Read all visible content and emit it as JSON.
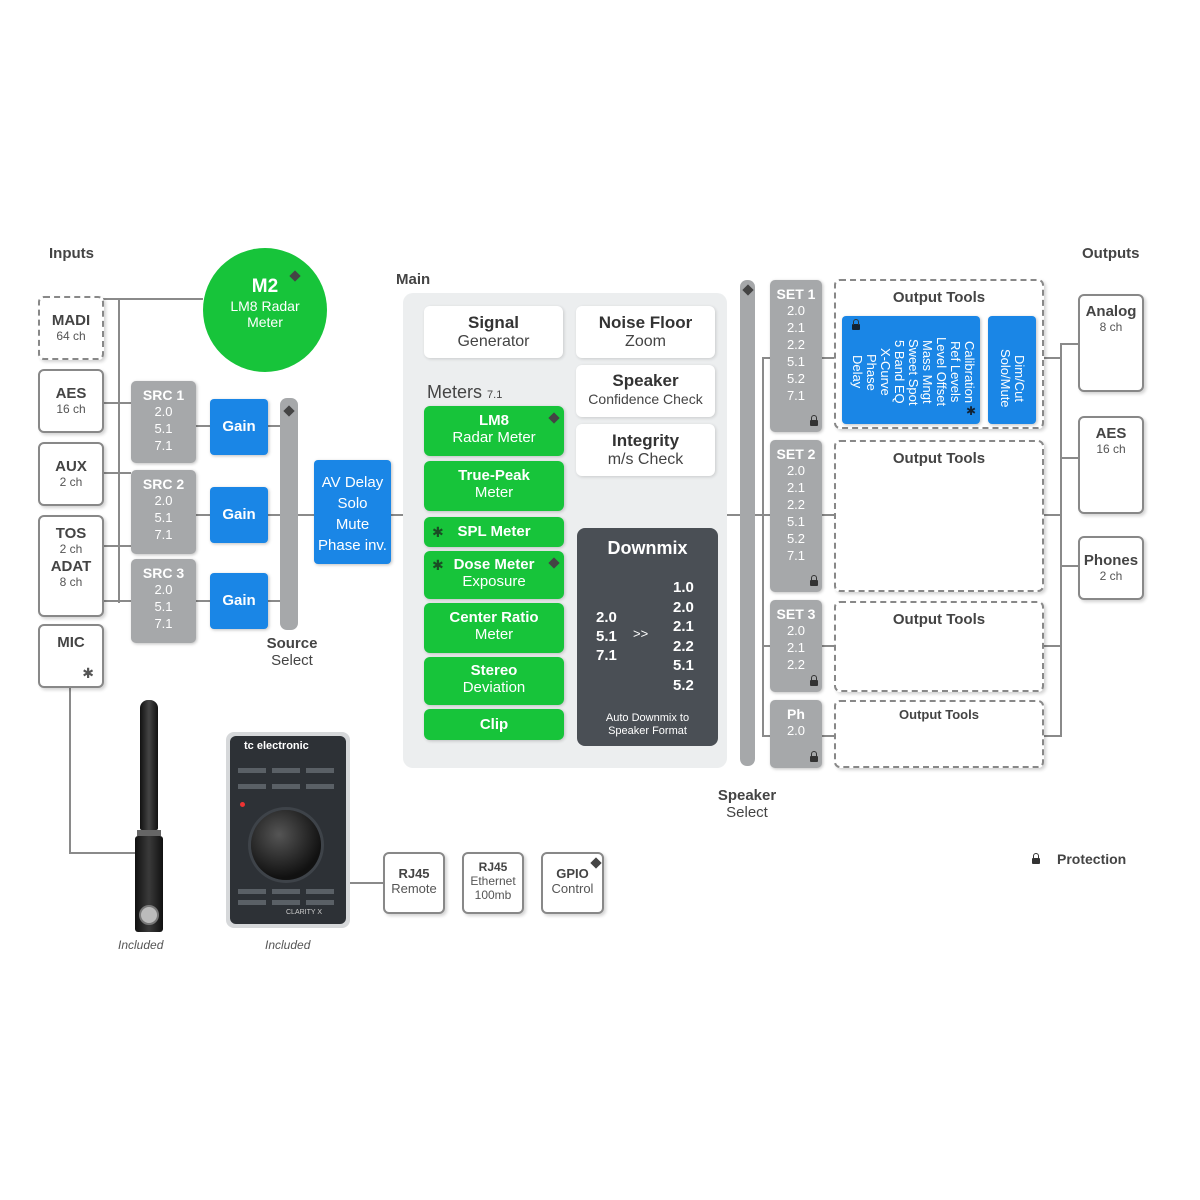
{
  "headings": {
    "inputs": "Inputs",
    "outputs": "Outputs",
    "main": "Main"
  },
  "inputs": [
    {
      "title": "MADI",
      "sub": "64 ch"
    },
    {
      "title": "AES",
      "sub": "16 ch"
    },
    {
      "title": "AUX",
      "sub": "2 ch"
    },
    {
      "title": "TOS",
      "sub": "2 ch",
      "title2": "ADAT",
      "sub2": "8 ch"
    },
    {
      "title": "MIC"
    }
  ],
  "m2": {
    "title": "M2",
    "line1": "LM8 Radar",
    "line2": "Meter"
  },
  "sources": [
    {
      "title": "SRC 1",
      "formats": [
        "2.0",
        "5.1",
        "7.1"
      ]
    },
    {
      "title": "SRC 2",
      "formats": [
        "2.0",
        "5.1",
        "7.1"
      ]
    },
    {
      "title": "SRC 3",
      "formats": [
        "2.0",
        "5.1",
        "7.1"
      ]
    }
  ],
  "gain_label": "Gain",
  "source_select": {
    "line1": "Source",
    "line2": "Select"
  },
  "av_box": [
    "AV Delay",
    "Solo",
    "Mute",
    "Phase inv."
  ],
  "main": {
    "signal": {
      "a": "Signal",
      "b": "Generator"
    },
    "noise": {
      "a": "Noise Floor",
      "b": "Zoom"
    },
    "speaker": {
      "a": "Speaker",
      "b": "Confidence Check"
    },
    "integrity": {
      "a": "Integrity",
      "b": "m/s Check"
    },
    "meters_label": "Meters",
    "meters_sup": "7.1",
    "meters": [
      {
        "a": "LM8",
        "b": "Radar Meter"
      },
      {
        "a": "True-Peak",
        "b": "Meter"
      },
      {
        "a": "SPL Meter"
      },
      {
        "a": "Dose Meter",
        "b": "Exposure"
      },
      {
        "a": "Center Ratio",
        "b": "Meter"
      },
      {
        "a": "Stereo",
        "b": "Deviation"
      },
      {
        "a": "Clip"
      }
    ],
    "downmix": {
      "title": "Downmix",
      "from": [
        "2.0",
        "5.1",
        "7.1"
      ],
      "arrow": ">>",
      "to": [
        "1.0",
        "2.0",
        "2.1",
        "2.2",
        "5.1",
        "5.2"
      ],
      "note1": "Auto Downmix to",
      "note2": "Speaker Format"
    }
  },
  "speaker_select": {
    "line1": "Speaker",
    "line2": "Select"
  },
  "sets": [
    {
      "title": "SET 1",
      "formats": [
        "2.0",
        "2.1",
        "2.2",
        "5.1",
        "5.2",
        "7.1"
      ]
    },
    {
      "title": "SET 2",
      "formats": [
        "2.0",
        "2.1",
        "2.2",
        "5.1",
        "5.2",
        "7.1"
      ]
    },
    {
      "title": "SET 3",
      "formats": [
        "2.0",
        "2.1",
        "2.2"
      ]
    },
    {
      "title": "Ph",
      "formats": [
        "2.0"
      ]
    }
  ],
  "output_tools_label": "Output Tools",
  "tools_list": [
    "Calibration",
    "Ref Levels",
    "Level Offset",
    "Mass Mngt",
    "Sweet Spot",
    "5 Band EQ",
    "X-Curve",
    "Phase",
    "Delay"
  ],
  "dimcut": [
    "Dim/Cut",
    "Solo/Mute"
  ],
  "outputs": [
    {
      "title": "Analog",
      "sub": "8 ch"
    },
    {
      "title": "AES",
      "sub": "16 ch"
    },
    {
      "title": "Phones",
      "sub": "2 ch"
    }
  ],
  "controller": {
    "brand": "tc electronic",
    "model": "CLARITY X"
  },
  "included": "Included",
  "remote": [
    {
      "a": "RJ45",
      "b": "Remote"
    },
    {
      "a": "RJ45",
      "b": "Ethernet",
      "c": "100mb"
    },
    {
      "a": "GPIO",
      "b": "Control"
    }
  ],
  "legend": {
    "protection": "Protection"
  },
  "colors": {
    "green": "#17c43a",
    "blue": "#1a86e6",
    "gray": "#a6a8aa",
    "dark": "#4a4f55"
  }
}
